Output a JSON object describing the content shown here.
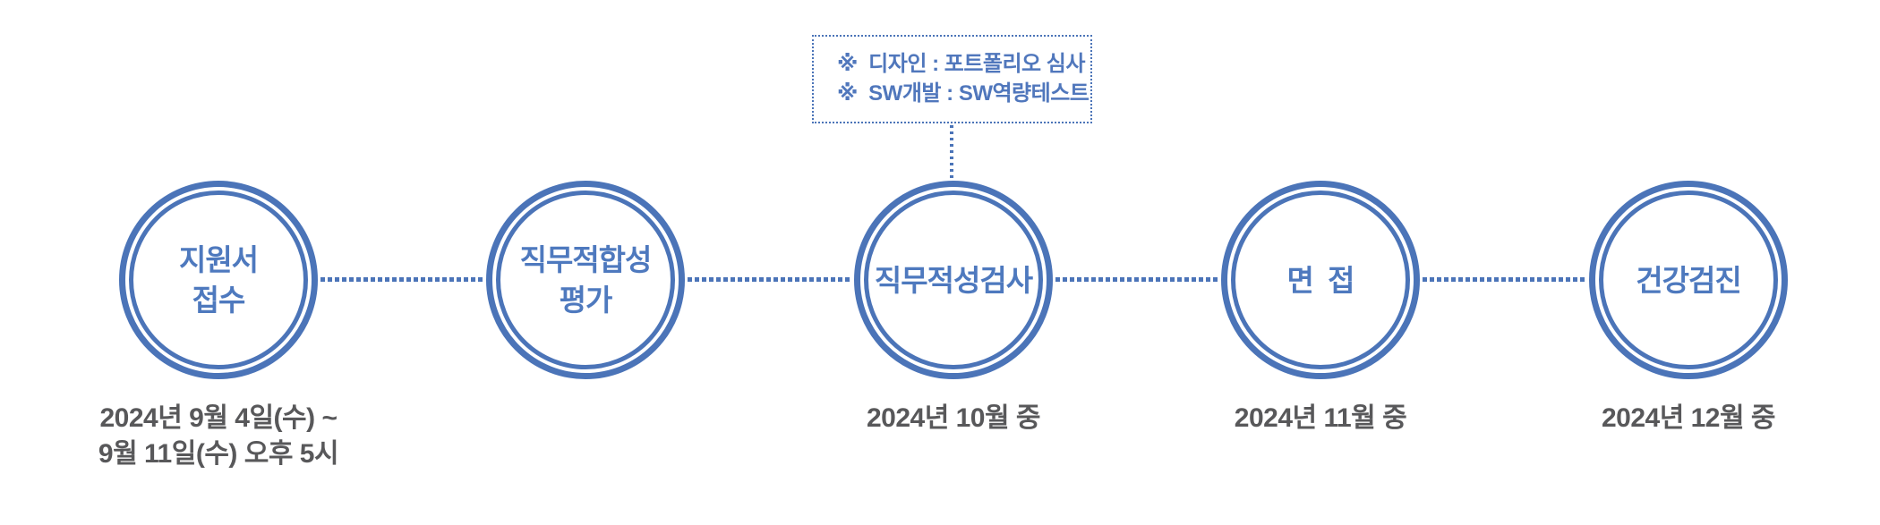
{
  "colors": {
    "accent": "#4B74B8",
    "label_text": "#4E79BE",
    "callout_text": "#5077BC",
    "date_text": "#58585A",
    "background": "#FFFFFF"
  },
  "callout": {
    "lines": [
      "※  디자인 : 포트폴리오 심사",
      "※  SW개발 : SW역량테스트"
    ]
  },
  "steps": [
    {
      "label_line1": "지원서",
      "label_line2": "접수",
      "date_line1": "2024년 9월 4일(수) ~",
      "date_line2": "9월 11일(수) 오후 5시"
    },
    {
      "label_line1": "직무적합성",
      "label_line2": "평가"
    },
    {
      "label_line1": "직무적성검사",
      "date_line1": "2024년 10월 중"
    },
    {
      "label_line1": "면  접",
      "date_line1": "2024년 11월 중"
    },
    {
      "label_line1": "건강검진",
      "date_line1": "2024년 12월 중"
    }
  ]
}
